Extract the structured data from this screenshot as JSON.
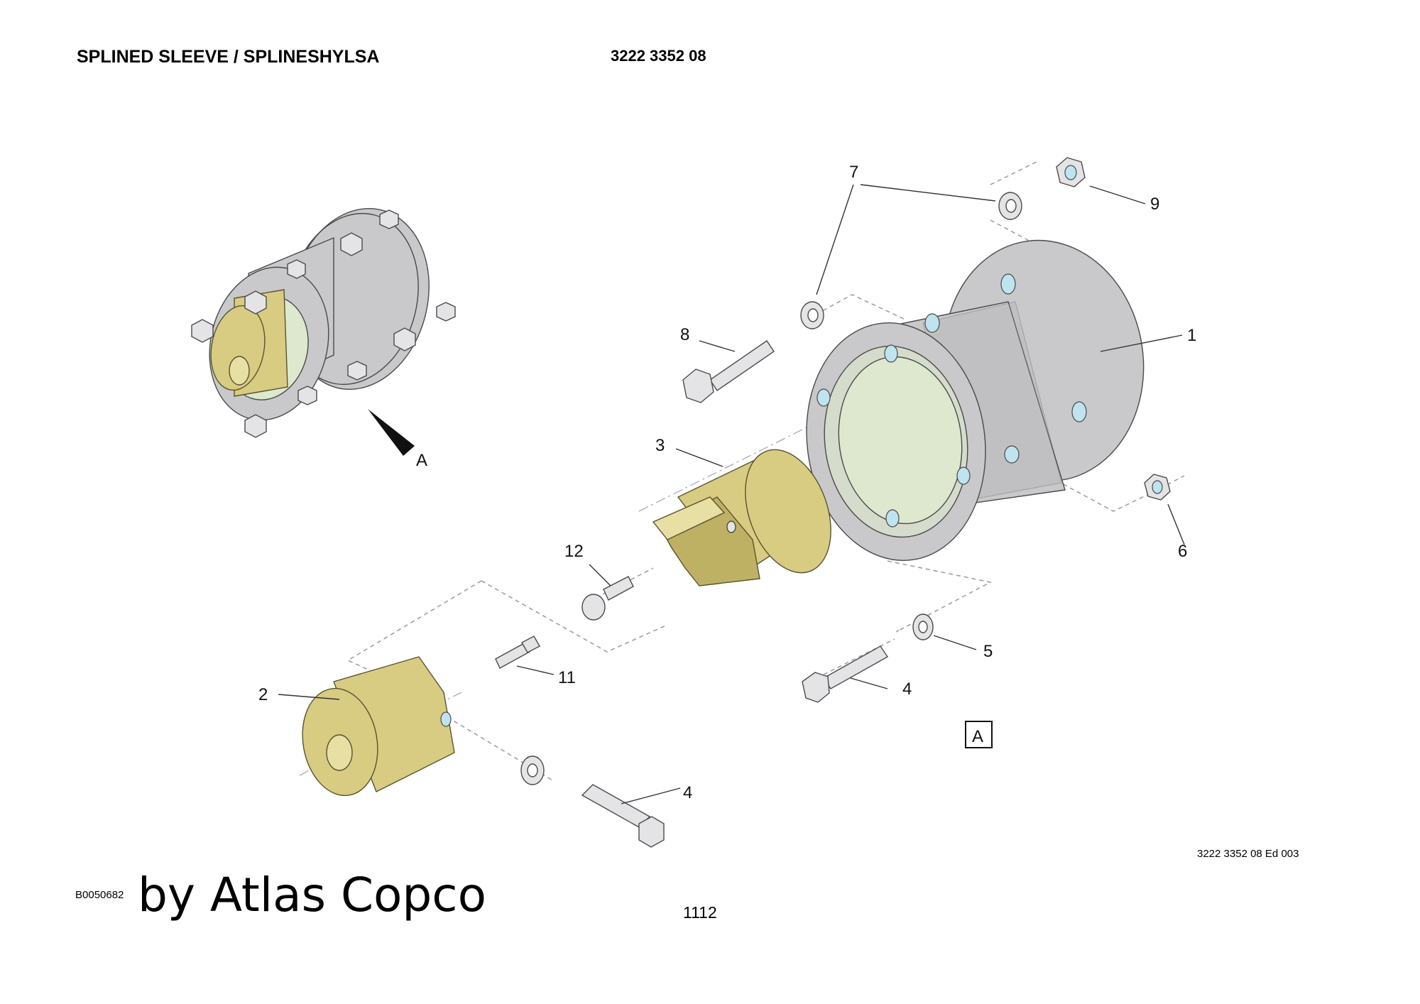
{
  "header": {
    "title": "SPLINED SLEEVE / SPLINESHYLSA",
    "part_number": "3222 3352 08"
  },
  "footer": {
    "edition": "3222 3352 08 Ed 003",
    "image_code": "B0050682",
    "brand": "by Atlas Copco",
    "page_number": "1112"
  },
  "view_label": "A",
  "view_box_label": "A",
  "callouts": {
    "c1": "1",
    "c2": "2",
    "c3": "3",
    "c4a": "4",
    "c4b": "4",
    "c5": "5",
    "c6": "6",
    "c7": "7",
    "c8": "8",
    "c9": "9",
    "c11": "11",
    "c12": "12"
  },
  "colors": {
    "steel": "#c9c9cb",
    "brass": "#d8cc82",
    "hole": "#bfe3ef"
  }
}
